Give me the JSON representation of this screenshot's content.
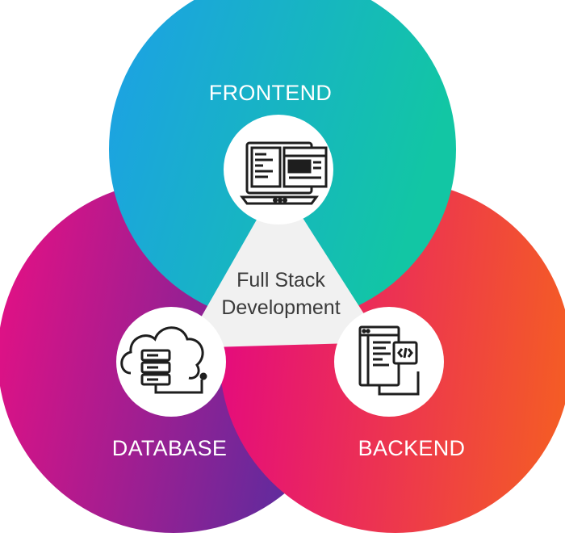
{
  "diagram": {
    "center": {
      "line1": "Full Stack",
      "line2": "Development"
    },
    "sections": {
      "frontend": {
        "label": "FRONTEND",
        "icon": "laptop-code-icon",
        "color_start": "#1aa9e6",
        "color_end": "#0fc3a8"
      },
      "database": {
        "label": "DATABASE",
        "icon": "cloud-server-icon",
        "color_start": "#e8127e",
        "color_end": "#6a2a9c"
      },
      "backend": {
        "label": "BACKEND",
        "icon": "code-window-icon",
        "color_start": "#e8167d",
        "color_end": "#f35a28"
      }
    }
  }
}
